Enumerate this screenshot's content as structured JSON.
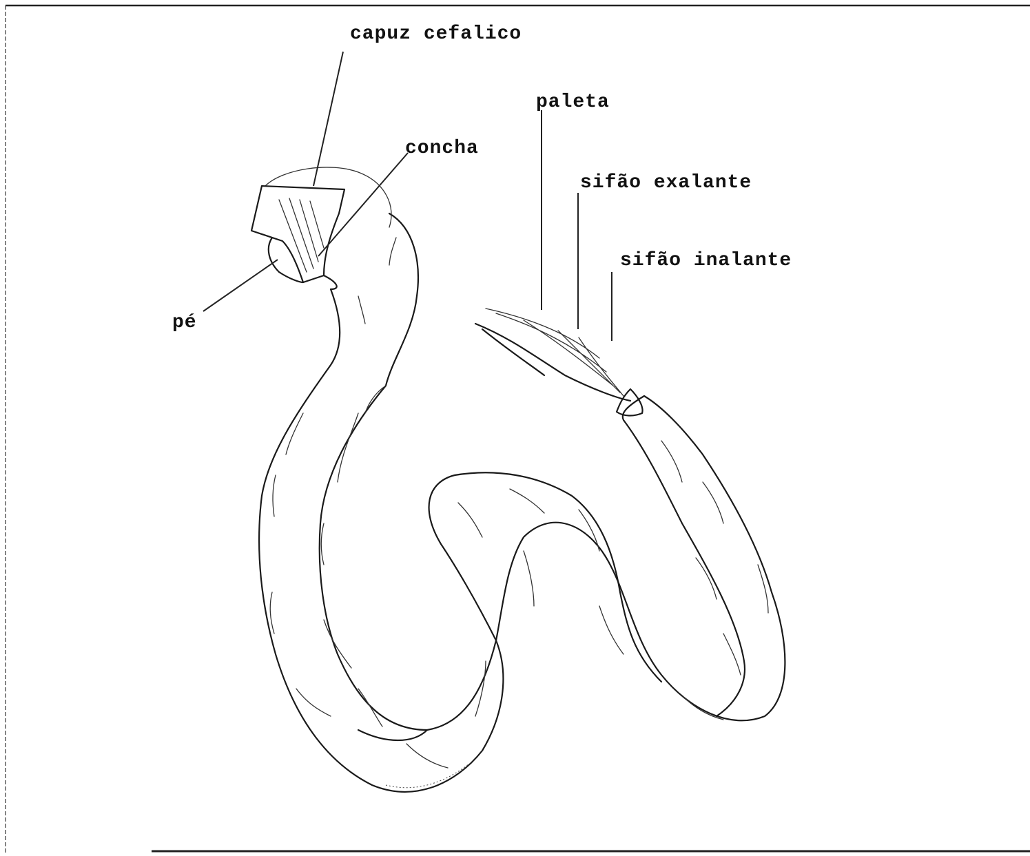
{
  "labels": {
    "capuz_cefalico": "capuz cefalico",
    "paleta": "paleta",
    "concha": "concha",
    "sifao_exalante": "sifão exalante",
    "sifao_inalante": "sifão inalante",
    "pe": "pé"
  },
  "colors": {
    "ink": "#1a1a1a",
    "paper": "#ffffff"
  }
}
